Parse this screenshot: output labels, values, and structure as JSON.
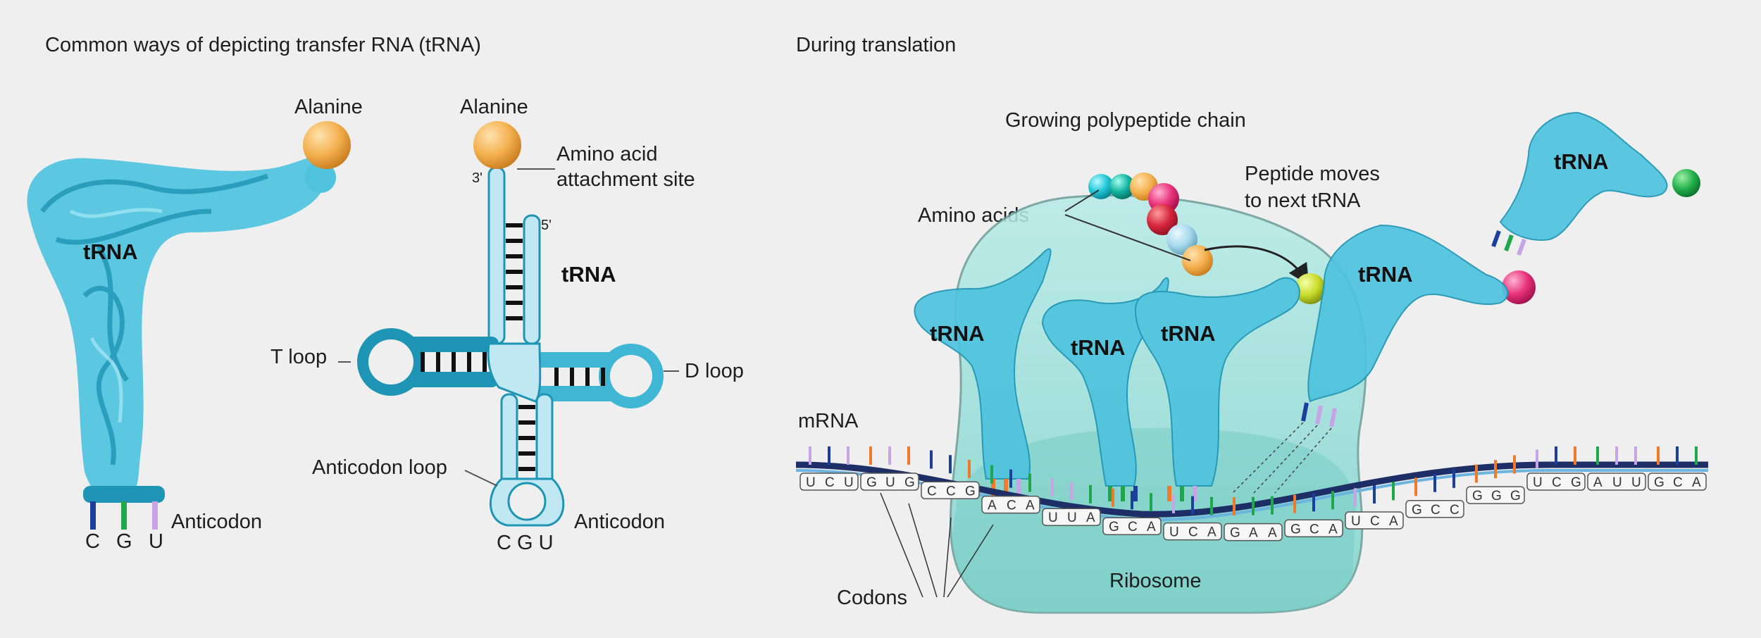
{
  "left_panel": {
    "title": "Common ways of depicting transfer RNA (tRNA)",
    "model3d": {
      "amino_acid": "Alanine",
      "body_label": "tRNA",
      "anticodon_label": "Anticodon",
      "bases": [
        "C",
        "G",
        "U"
      ]
    },
    "cloverleaf": {
      "amino_acid": "Alanine",
      "attachment_site": [
        "Amino acid",
        "attachment site"
      ],
      "three_prime": "3'",
      "five_prime": "5'",
      "body_label": "tRNA",
      "t_loop": "T loop",
      "d_loop": "D loop",
      "anticodon_loop": "Anticodon loop",
      "anticodon_label": "Anticodon",
      "anticodon_seq": "C G U"
    }
  },
  "right_panel": {
    "title": "During translation",
    "growing_chain": "Growing polypeptide chain",
    "amino_acids": "Amino acids",
    "peptide_moves": [
      "Peptide moves",
      "to next tRNA"
    ],
    "trna_label": "tRNA",
    "mrna": "mRNA",
    "ribosome": "Ribosome",
    "codons_label": "Codons",
    "codons": [
      "UCU",
      "GUG",
      "CCG",
      "ACA",
      "UUA",
      "GCA",
      "UCA",
      "GAA",
      "GCA",
      "UCA",
      "GCC",
      "GGG",
      "UCG",
      "AUU",
      "GCA"
    ]
  },
  "colors": {
    "trna": "#3fb6d4",
    "trna_dark": "#1e95b4",
    "trna_light": "#bfe8f3",
    "ribosome": "#9ee0dc",
    "alanine": "#f4b150",
    "mrna_backbone": "#1d2f66",
    "base_a": "#1ea84b",
    "base_c": "#1b3f9a",
    "base_g": "#f07a2c",
    "base_u": "#c6a4e6"
  }
}
